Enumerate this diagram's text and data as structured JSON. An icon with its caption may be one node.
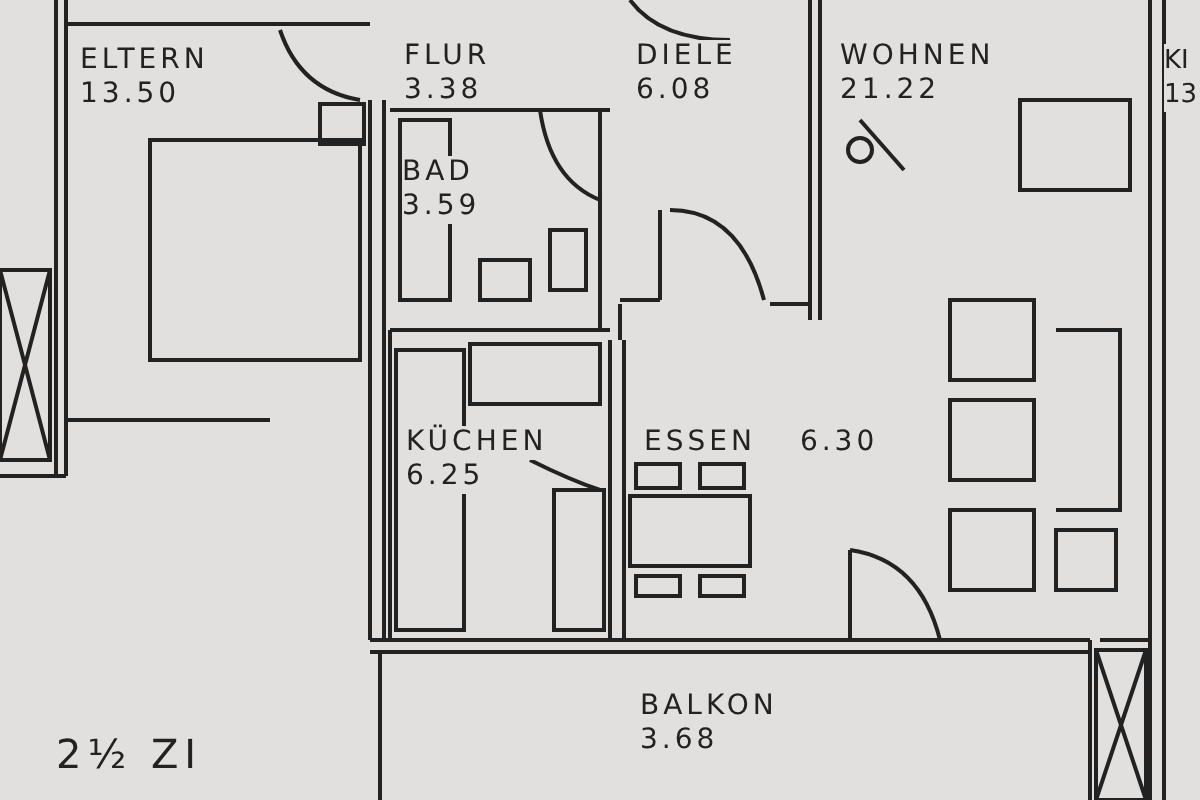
{
  "diagram": {
    "nodes": [
      {
        "text": [
          "ELTERN",
          "13.50"
        ]
      },
      {
        "text": [
          "FLUR",
          "3.38"
        ]
      },
      {
        "text": [
          "DIELE",
          "6.08"
        ]
      },
      {
        "text": [
          "WOHNEN",
          "21.22"
        ]
      },
      {
        "text": [
          "KI",
          "13"
        ]
      },
      {
        "text": [
          "BAD",
          "3.59"
        ]
      },
      {
        "text": [
          "KÜCHEN",
          "6.25"
        ]
      },
      {
        "text": [
          "ESSEN",
          "6.30"
        ]
      },
      {
        "text": [
          "BALKON",
          "3.68"
        ]
      }
    ],
    "labels": [
      "2½ ZI"
    ]
  }
}
